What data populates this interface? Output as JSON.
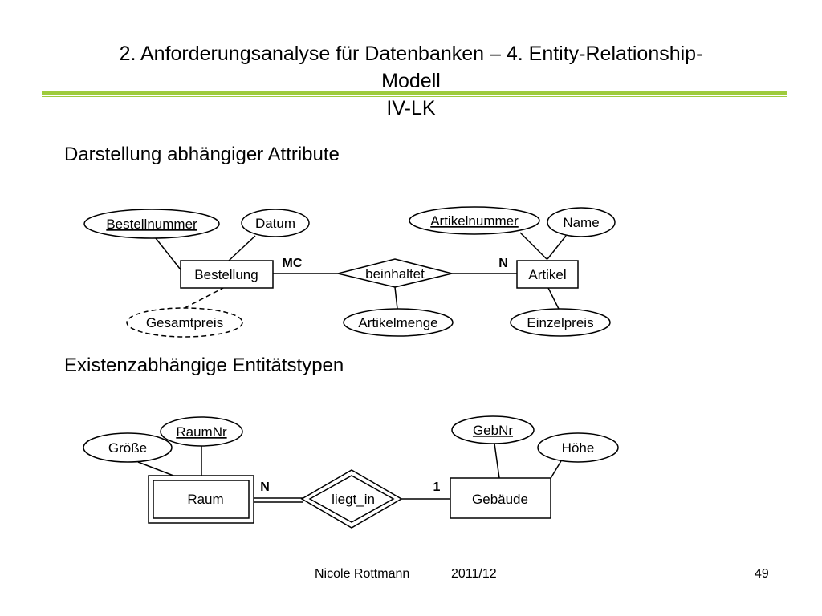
{
  "title": {
    "line1": "2. Anforderungsanalyse für Datenbanken – 4. Entity-Relationship-",
    "line2": "Modell",
    "line3": "IV-LK"
  },
  "section1": {
    "heading": "Darstellung abhängiger Attribute",
    "entities": {
      "bestellung": "Bestellung",
      "artikel": "Artikel"
    },
    "relationship": "beinhaltet",
    "cardinalities": {
      "left": "MC",
      "right": "N"
    },
    "attributes": {
      "bestellnummer": "Bestellnummer",
      "datum": "Datum",
      "gesamtpreis": "Gesamtpreis",
      "artikelmenge": "Artikelmenge",
      "artikelnummer": "Artikelnummer",
      "name": "Name",
      "einzelpreis": "Einzelpreis"
    }
  },
  "section2": {
    "heading": "Existenzabhängige Entitätstypen",
    "entities": {
      "raum": "Raum",
      "gebaeude": "Gebäude"
    },
    "relationship": "liegt_in",
    "cardinalities": {
      "left": "N",
      "right": "1"
    },
    "attributes": {
      "groesse": "Größe",
      "raumnr": "RaumNr",
      "gebnr": "GebNr",
      "hoehe": "Höhe"
    }
  },
  "footer": {
    "author": "Nicole Rottmann",
    "term": "2011/12",
    "page": "49"
  }
}
